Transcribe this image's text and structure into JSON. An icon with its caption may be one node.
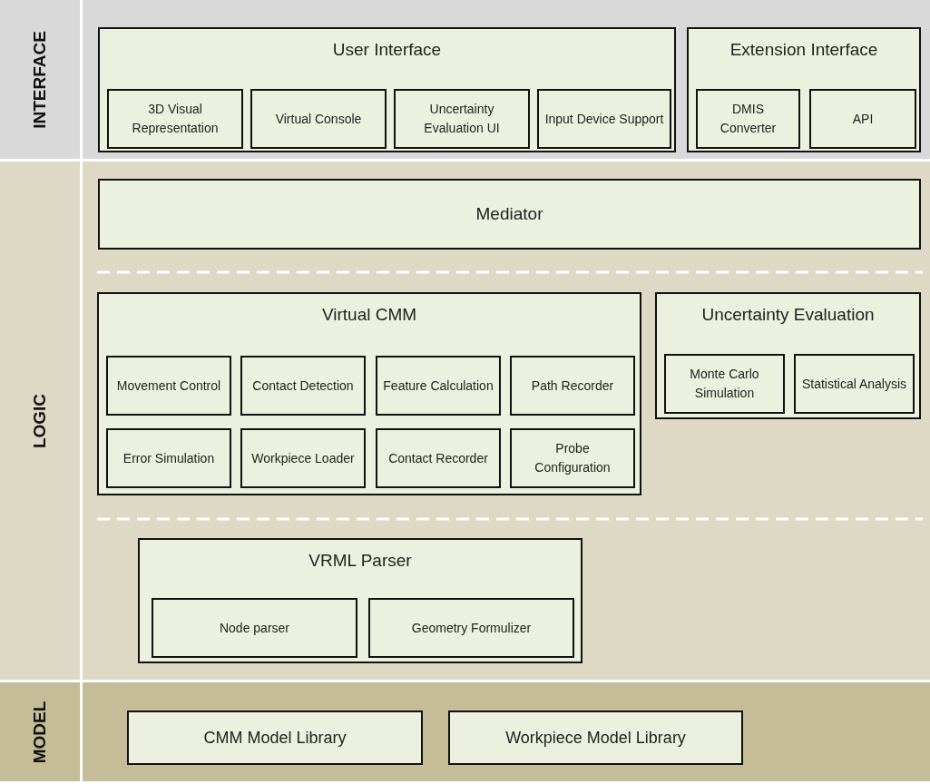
{
  "diagram": {
    "nodes": [
      {
        "text": [
          "INTERFACE"
        ]
      },
      {
        "text": [
          "User Interface"
        ],
        "in": 0
      },
      {
        "text": [
          "3D Visual Representation"
        ],
        "in": 1
      },
      {
        "text": [
          "Virtual Console"
        ],
        "in": 1
      },
      {
        "text": [
          "Uncertainty Evaluation UI"
        ],
        "in": 1
      },
      {
        "text": [
          "Input Device Support"
        ],
        "in": 1
      },
      {
        "text": [
          "Extension Interface"
        ],
        "in": 0
      },
      {
        "text": [
          "DMIS Converter"
        ],
        "in": 6
      },
      {
        "text": [
          "API"
        ],
        "in": 6
      },
      {
        "text": [
          "LOGIC"
        ]
      },
      {
        "text": [
          "Mediator"
        ],
        "in": 9
      },
      {
        "text": [
          "Virtual CMM"
        ],
        "in": 9
      },
      {
        "text": [
          "Movement Control"
        ],
        "in": 11
      },
      {
        "text": [
          "Contact Detection"
        ],
        "in": 11
      },
      {
        "text": [
          "Feature Calculation"
        ],
        "in": 11
      },
      {
        "text": [
          "Path Recorder"
        ],
        "in": 11
      },
      {
        "text": [
          "Error Simulation"
        ],
        "in": 11
      },
      {
        "text": [
          "Workpiece Loader"
        ],
        "in": 11
      },
      {
        "text": [
          "Contact Recorder"
        ],
        "in": 11
      },
      {
        "text": [
          "Probe Configuration"
        ],
        "in": 11
      },
      {
        "text": [
          "Uncertainty Evaluation"
        ],
        "in": 9
      },
      {
        "text": [
          "Monte Carlo Simulation"
        ],
        "in": 20
      },
      {
        "text": [
          "Statistical Analysis"
        ],
        "in": 20
      },
      {
        "text": [
          "VRML Parser"
        ],
        "in": 9
      },
      {
        "text": [
          "Node parser"
        ],
        "in": 23
      },
      {
        "text": [
          "Geometry Formulizer"
        ],
        "in": 23
      },
      {
        "text": [
          "MODEL"
        ]
      },
      {
        "text": [
          "CMM Model Library"
        ],
        "in": 26
      },
      {
        "text": [
          "Workpiece Model Library"
        ],
        "in": 26
      }
    ]
  }
}
